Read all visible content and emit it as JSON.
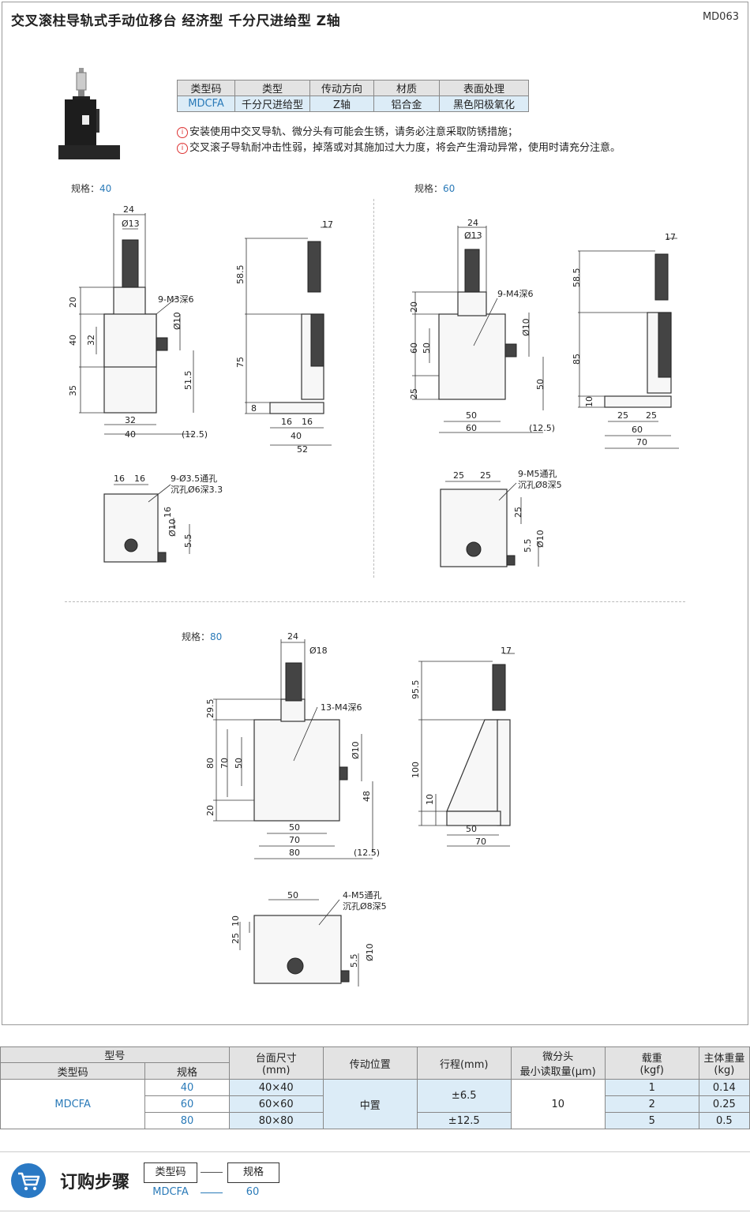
{
  "header": {
    "title": "交叉滚柱导轨式手动位移台  经济型  千分尺进给型  Z轴",
    "code": "MD063"
  },
  "spec_table": {
    "headers": [
      "类型码",
      "类型",
      "传动方向",
      "材质",
      "表面处理"
    ],
    "values": [
      "MDCFA",
      "千分尺进给型",
      "Z轴",
      "铝合金",
      "黑色阳极氧化"
    ]
  },
  "notes": [
    "安装使用中交叉导轨、微分头有可能会生锈，请务必注意采取防锈措施；",
    "交叉滚子导轨耐冲击性弱，掉落或对其施加过大力度，将会产生滑动异常，使用时请充分注意。"
  ],
  "sizes": {
    "label": "规格：",
    "s40": "40",
    "s60": "60",
    "s80": "80"
  },
  "dims40": {
    "top": [
      "24",
      "Ø13",
      "20",
      "9-M3深6",
      "40",
      "32",
      "Ø10",
      "35",
      "51.5",
      "32",
      "40",
      "(12.5)"
    ],
    "side": [
      "17",
      "58.5",
      "75",
      "8",
      "16",
      "16",
      "40",
      "52"
    ],
    "bottom": [
      "16",
      "16",
      "9-Ø3.5通孔",
      "沉孔Ø6深3.3",
      "16",
      "Ø10",
      "5.5"
    ]
  },
  "dims60": {
    "top": [
      "24",
      "Ø13",
      "20",
      "9-M4深6",
      "60",
      "50",
      "Ø10",
      "25",
      "50",
      "50",
      "60",
      "(12.5)"
    ],
    "side": [
      "17",
      "58.5",
      "85",
      "10",
      "25",
      "25",
      "60",
      "70"
    ],
    "bottom": [
      "25",
      "25",
      "9-M5通孔",
      "沉孔Ø8深5",
      "25",
      "Ø10",
      "5.5"
    ]
  },
  "dims80": {
    "top": [
      "24",
      "Ø18",
      "29.5",
      "13-M4深6",
      "80",
      "70",
      "50",
      "Ø10",
      "20",
      "48",
      "50",
      "70",
      "80",
      "(12.5)"
    ],
    "side": [
      "17",
      "95.5",
      "100",
      "10",
      "50",
      "70"
    ],
    "bottom": [
      "50",
      "4-M5通孔",
      "沉孔Ø8深5",
      "25",
      "10",
      "Ø10",
      "5.5"
    ]
  },
  "models": {
    "h_model": "型号",
    "h_type": "类型码",
    "h_size": "规格",
    "h_table": "台面尺寸\n(mm)",
    "h_pos": "传动位置",
    "h_stroke": "行程(mm)",
    "h_micro": "微分头\n最小读取量(μm)",
    "h_load": "载重\n(kgf)",
    "h_weight": "主体重量\n(kg)",
    "type_code": "MDCFA",
    "position": "中置",
    "micro": "10",
    "stroke_a": "±6.5",
    "stroke_b": "±12.5",
    "rows": [
      {
        "size": "40",
        "table": "40×40",
        "load": "1",
        "weight": "0.14"
      },
      {
        "size": "60",
        "table": "60×60",
        "load": "2",
        "weight": "0.25"
      },
      {
        "size": "80",
        "table": "80×80",
        "load": "5",
        "weight": "0.5"
      }
    ]
  },
  "order": {
    "title": "订购步骤",
    "box1": "类型码",
    "box2": "规格",
    "val1": "MDCFA",
    "val2": "60"
  },
  "colors": {
    "accent": "#2a7ab8",
    "header_bg": "#e3e3e3",
    "value_bg": "#dcecf7",
    "cart": "#2a79c4"
  }
}
